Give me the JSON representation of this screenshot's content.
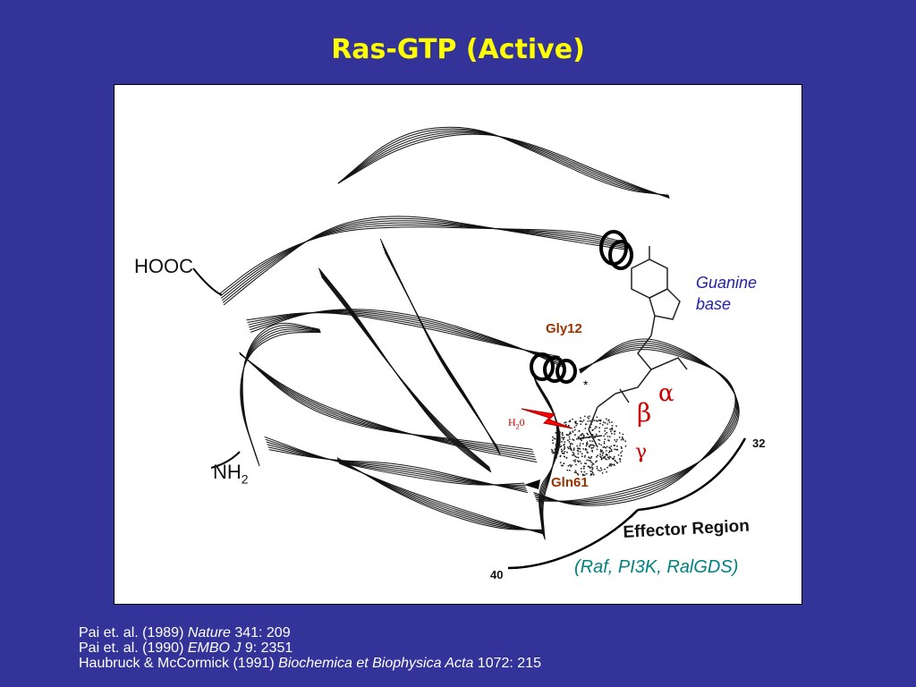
{
  "slide": {
    "title": "Ras-GTP (Active)"
  },
  "figure": {
    "terminals": {
      "c_terminus": "HOOC",
      "n_terminus_main": "NH",
      "n_terminus_sub": "2"
    },
    "labels": {
      "guanine_line1": "Guanine",
      "guanine_line2": "base",
      "gly12": "Gly12",
      "gln61": "Gln61",
      "water_main": "H",
      "water_sub": "2",
      "water_tail": "0",
      "alpha": "α",
      "beta": "β",
      "gamma": "γ",
      "star": "*",
      "residue_32": "32",
      "residue_40": "40",
      "effector_region": "Effector Region",
      "effectors": "(Raf, PI3K, RalGDS)"
    },
    "colors": {
      "guanine_label": "#2222aa",
      "residue_label": "#993300",
      "greek_label": "#cc0000",
      "effectors_label": "#008080",
      "lightning": "#ff0000"
    }
  },
  "references": [
    {
      "authors": "Pai et. al. (1989) ",
      "journal": "Nature",
      "detail": " 341: 209"
    },
    {
      "authors": "Pai et. al. (1990) ",
      "journal": "EMBO J",
      "detail": " 9: 2351"
    },
    {
      "authors": "Haubruck & McCormick (1991) ",
      "journal": "Biochemica et Biophysica Acta",
      "detail": " 1072: 215"
    }
  ]
}
